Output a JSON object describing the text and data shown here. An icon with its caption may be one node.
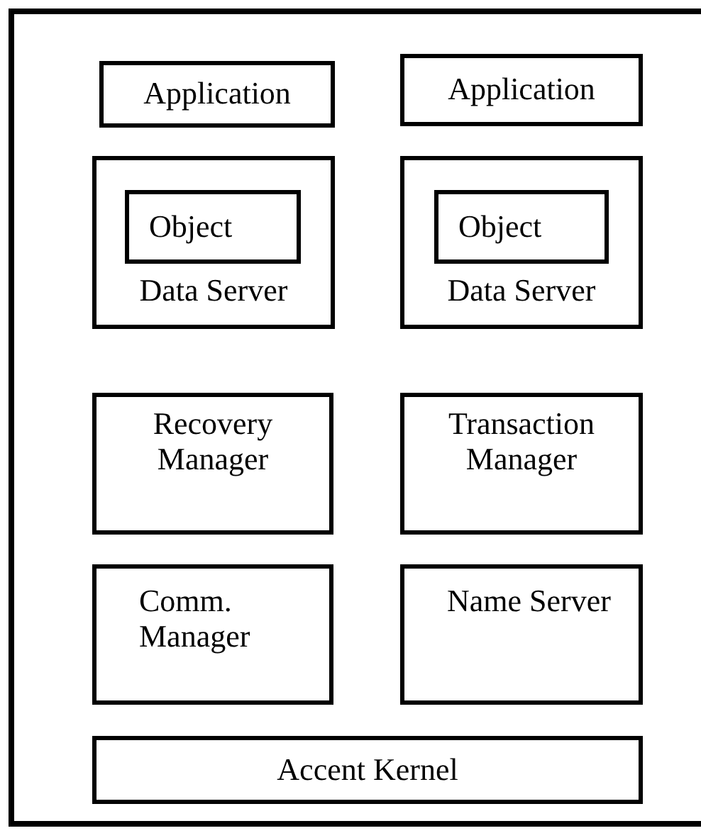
{
  "diagram": {
    "nodes": [
      {
        "text": [
          "Application"
        ]
      },
      {
        "text": [
          "Application"
        ]
      },
      {
        "text": [
          "Data Server"
        ]
      },
      {
        "text": [
          "Object"
        ],
        "in": 2
      },
      {
        "text": [
          "Data Server"
        ]
      },
      {
        "text": [
          "Object"
        ],
        "in": 4
      },
      {
        "text": [
          "Recovery Manager"
        ]
      },
      {
        "text": [
          "Transaction Manager"
        ]
      },
      {
        "text": [
          "Comm. Manager"
        ]
      },
      {
        "text": [
          "Name Server"
        ]
      },
      {
        "text": [
          "Accent Kernel"
        ]
      }
    ],
    "edges": []
  }
}
